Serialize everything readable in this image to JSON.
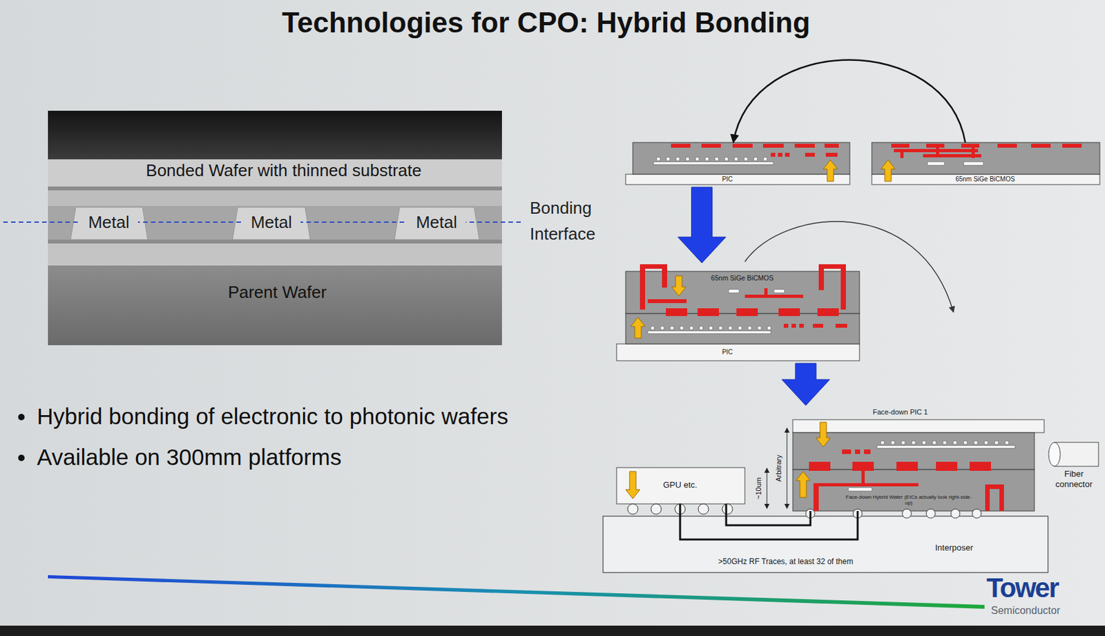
{
  "diagram": {
    "title": "Technologies for CPO: Hybrid Bonding",
    "nodes": [
      {
        "text": [
          "PIC"
        ]
      },
      {
        "text": [
          "65nm SiGe BiCMOS"
        ]
      },
      {
        "text": [
          "65nm SiGe BiCMOS",
          "PIC"
        ]
      },
      {
        "text": [
          "GPU etc."
        ]
      },
      {
        "text": [
          "Face-down PIC 1",
          "Face-down Hybrid Wafer (EICs actually look right-side-up)"
        ]
      },
      {
        "text": [
          "Fiber connector"
        ]
      },
      {
        "text": [
          "Interposer",
          ">50GHz RF Traces, at least 32 of them"
        ]
      }
    ],
    "edges": [
      {
        "from": 1,
        "to": 0,
        "arrow": "to"
      },
      {
        "from": 0,
        "to": 2,
        "arrow": "to"
      },
      {
        "from": 2,
        "to": 4,
        "arrow": "to"
      },
      {
        "from": 3,
        "to": 4,
        "arrow": "none"
      },
      {
        "from": 3,
        "to": 4,
        "arrow": "none"
      }
    ],
    "labels": [
      "Bonded Wafer with thinned substrate",
      "Metal",
      "Metal",
      "Metal",
      "Parent Wafer",
      "Bonding Interface",
      "Hybrid bonding of electronic to photonic wafers",
      "Available on 300mm platforms",
      "~10um",
      "Arbitrary",
      "Tower",
      "Semiconductor"
    ]
  }
}
